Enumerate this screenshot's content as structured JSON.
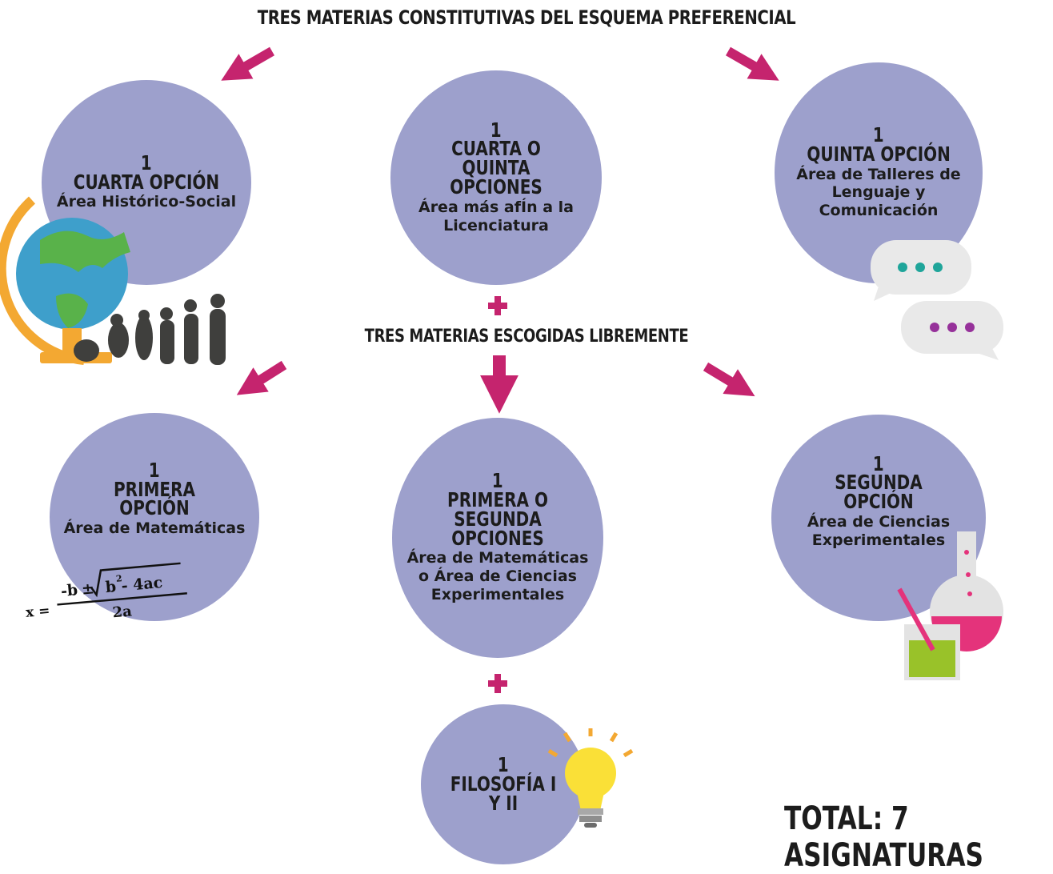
{
  "title": "TRES MATERIAS CONSTITUTIVAS DEL ESQUEMA PREFERENCIAL",
  "middle_label": "TRES MATERIAS ESCOGIDAS LIBREMENTE",
  "total": "TOTAL: 7 ASIGNATURAS",
  "colors": {
    "circle": "#9da0cc",
    "arrow": "#c5246e",
    "text": "#1c1c1c"
  },
  "circles": [
    {
      "num": "1",
      "head": "CUARTA OPCIÓN",
      "body": "Área Histórico-Social"
    },
    {
      "num": "1",
      "head": "CUARTA O QUINTA OPCIONES",
      "body": "Área más afÍn a la Licenciatura"
    },
    {
      "num": "1",
      "head": "QUINTA OPCIÓN",
      "body": "Área de Talleres de Lenguaje y Comunicación"
    },
    {
      "num": "1",
      "head": "PRIMERA OPCIÓN",
      "body": "Área de Matemáticas"
    },
    {
      "num": "1",
      "head": "PRIMERA O SEGUNDA OPCIONES",
      "body": "Área de Matemáticas o Área de Ciencias Experimentales"
    },
    {
      "num": "1",
      "head": "SEGUNDA OPCIÓN",
      "body": "Área de Ciencias Experimentales"
    },
    {
      "num": "1",
      "head": "FILOSOFÍA I Y II",
      "body": ""
    }
  ],
  "formula": {
    "lhs": "x =",
    "numerator_left": "-b",
    "pm": "±",
    "radicand_b": "b",
    "exponent": "2",
    "radicand_rest": " - 4ac",
    "denominator": "2a"
  },
  "icons": [
    "globe-icon",
    "human-evolution-icon",
    "speech-bubbles-icon",
    "flask-beaker-icon",
    "light-bulb-icon"
  ]
}
